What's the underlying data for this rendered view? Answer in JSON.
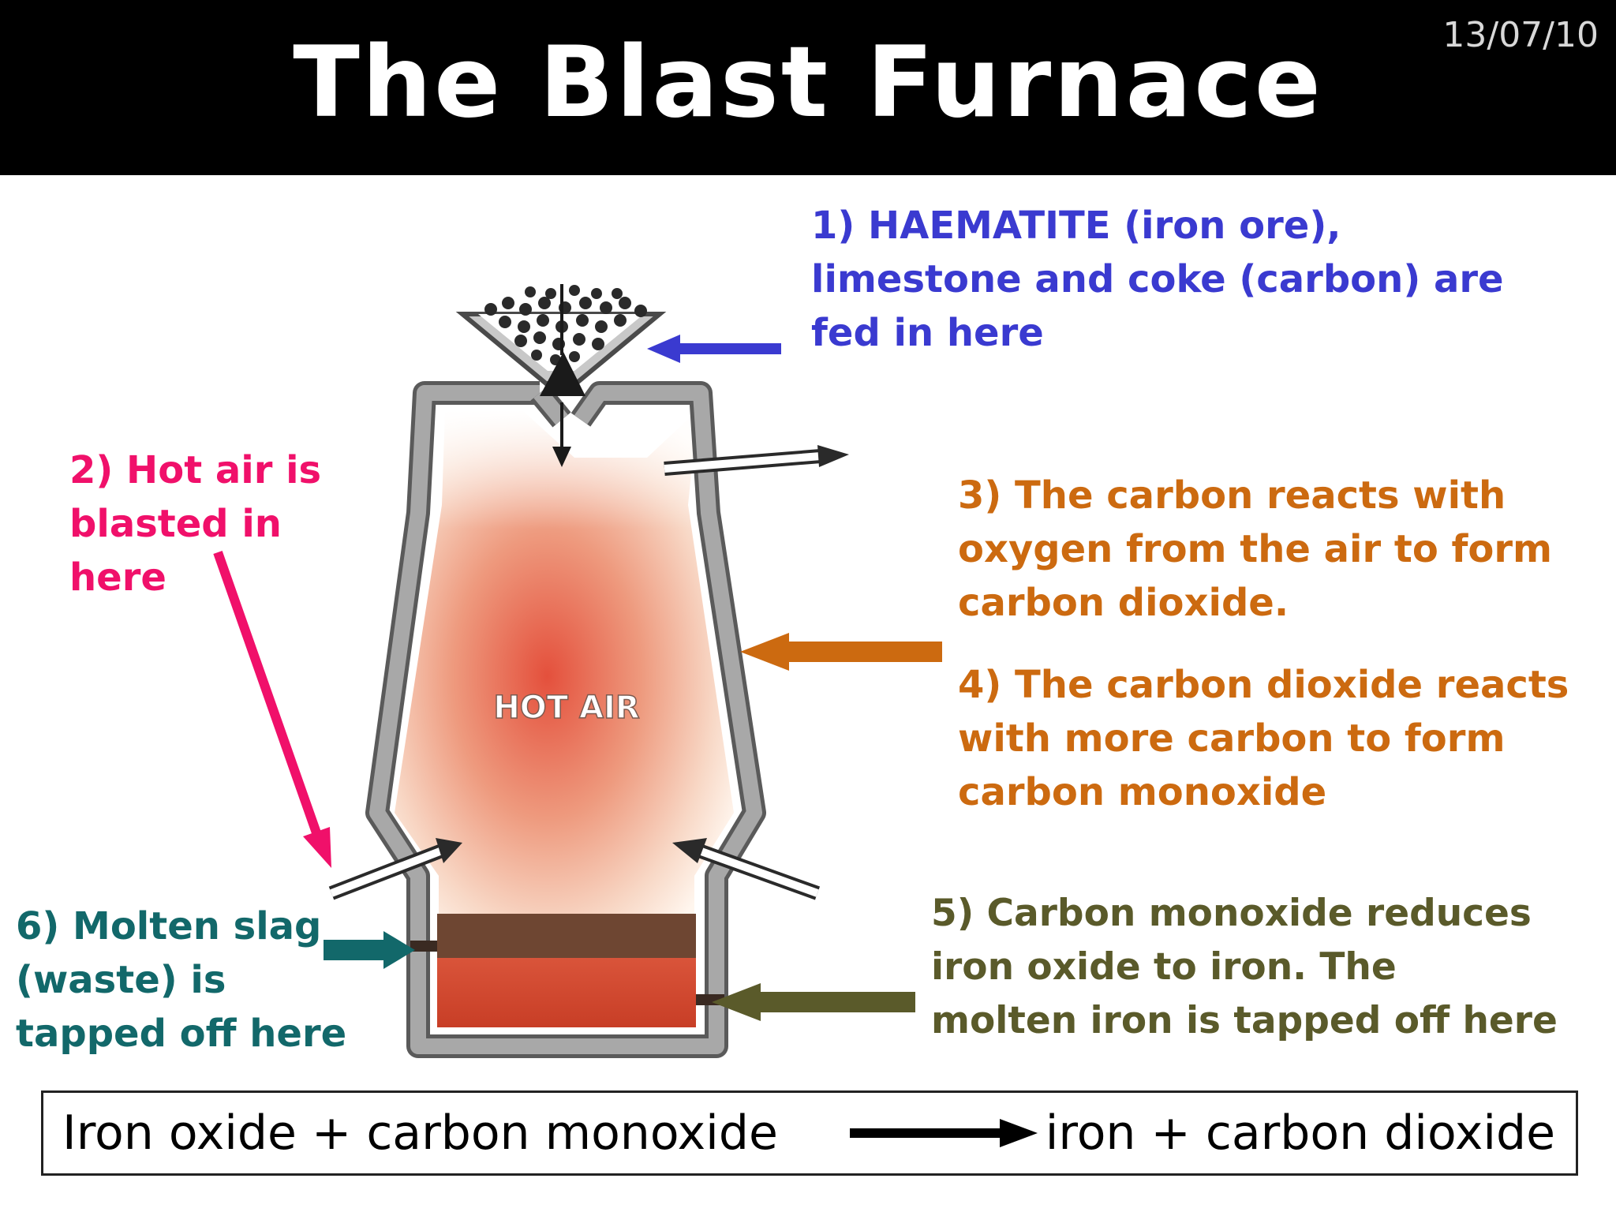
{
  "header": {
    "title": "The Blast Furnace",
    "date": "13/07/10"
  },
  "furnace": {
    "interior_label": "HOT AIR"
  },
  "labels": {
    "step1": [
      "1) HAEMATITE (iron ore),",
      "limestone and coke (carbon) are",
      "fed in here"
    ],
    "step2": [
      "2) Hot air is",
      "blasted in",
      "here"
    ],
    "step3": [
      "3) The carbon reacts with",
      "oxygen from the air to form",
      "carbon dioxide."
    ],
    "step4": [
      "4) The carbon dioxide reacts",
      "with more carbon to form",
      "carbon monoxide"
    ],
    "step5": [
      "5) Carbon monoxide reduces",
      "iron oxide to iron.  The",
      "molten iron is tapped off here"
    ],
    "step6": [
      "6) Molten slag",
      "(waste) is",
      "tapped off here"
    ]
  },
  "equation": {
    "reactants": "Iron oxide + carbon monoxide",
    "products": "iron + carbon dioxide"
  },
  "colors": {
    "step1": "#3a3ad0",
    "step2": "#f0106a",
    "step3_4": "#cc6a10",
    "step5": "#5a5a2a",
    "step6": "#12686a",
    "furnace_wall": "#9a9a9a",
    "slag": "#6e4632",
    "molten_iron": "#d84c30"
  }
}
